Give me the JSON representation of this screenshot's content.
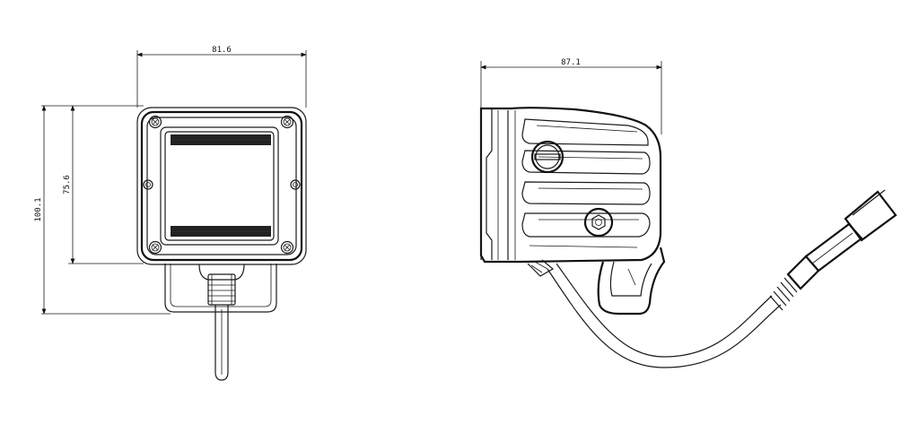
{
  "front_view": {
    "width_dim": "81.6",
    "height_dim": "75.6",
    "total_height_dim": "100.1"
  },
  "side_view": {
    "depth_dim": "87.1"
  }
}
